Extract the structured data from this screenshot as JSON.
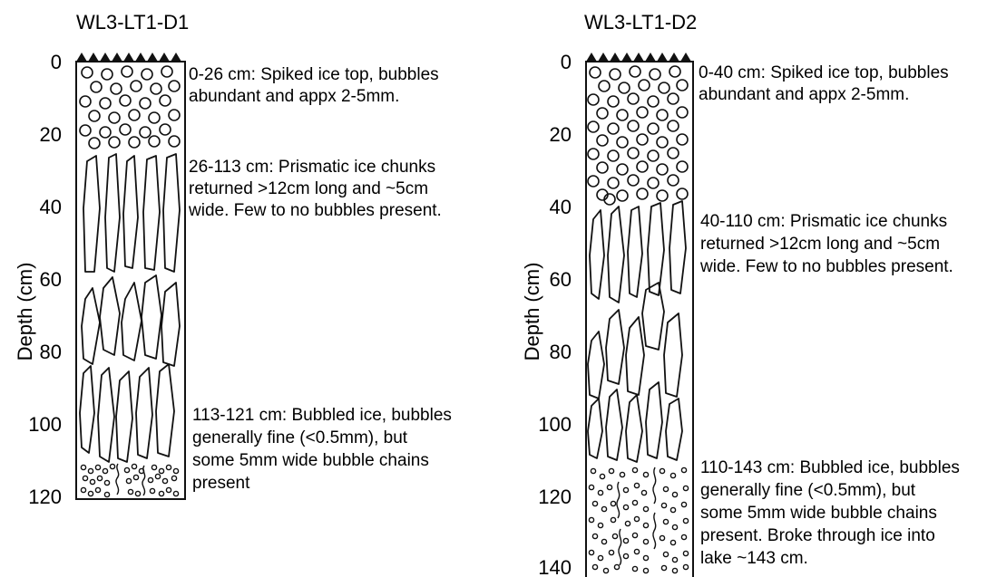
{
  "panels": [
    {
      "title": "WL3-LT1-D1",
      "ylabel": "Depth (cm)",
      "ticks": [
        "0",
        "20",
        "40",
        "60",
        "80",
        "100",
        "120"
      ],
      "units": [
        {
          "lines": [
            "0-26 cm: Spiked ice top, bubbles",
            "abundant and appx 2-5mm."
          ]
        },
        {
          "lines": [
            "26-113 cm: Prismatic ice chunks",
            "returned >12cm long and ~5cm",
            "wide. Few to no bubbles present."
          ]
        },
        {
          "lines": [
            "113-121 cm: Bubbled ice, bubbles",
            "generally fine (<0.5mm), but",
            "some 5mm wide bubble chains",
            "present"
          ]
        }
      ]
    },
    {
      "title": "WL3-LT1-D2",
      "ylabel": "Depth (cm)",
      "ticks": [
        "0",
        "20",
        "40",
        "60",
        "80",
        "100",
        "120",
        "140"
      ],
      "units": [
        {
          "lines": [
            "0-40 cm: Spiked ice top, bubbles",
            "abundant and appx 2-5mm."
          ]
        },
        {
          "lines": [
            "40-110 cm: Prismatic ice chunks",
            "returned >12cm long and ~5cm",
            "wide. Few to no bubbles present."
          ]
        },
        {
          "lines": [
            "110-143 cm: Bubbled ice, bubbles",
            "generally fine (<0.5mm), but",
            "some 5mm wide bubble chains",
            "present. Broke through ice into",
            "lake ~143 cm."
          ]
        }
      ]
    }
  ]
}
